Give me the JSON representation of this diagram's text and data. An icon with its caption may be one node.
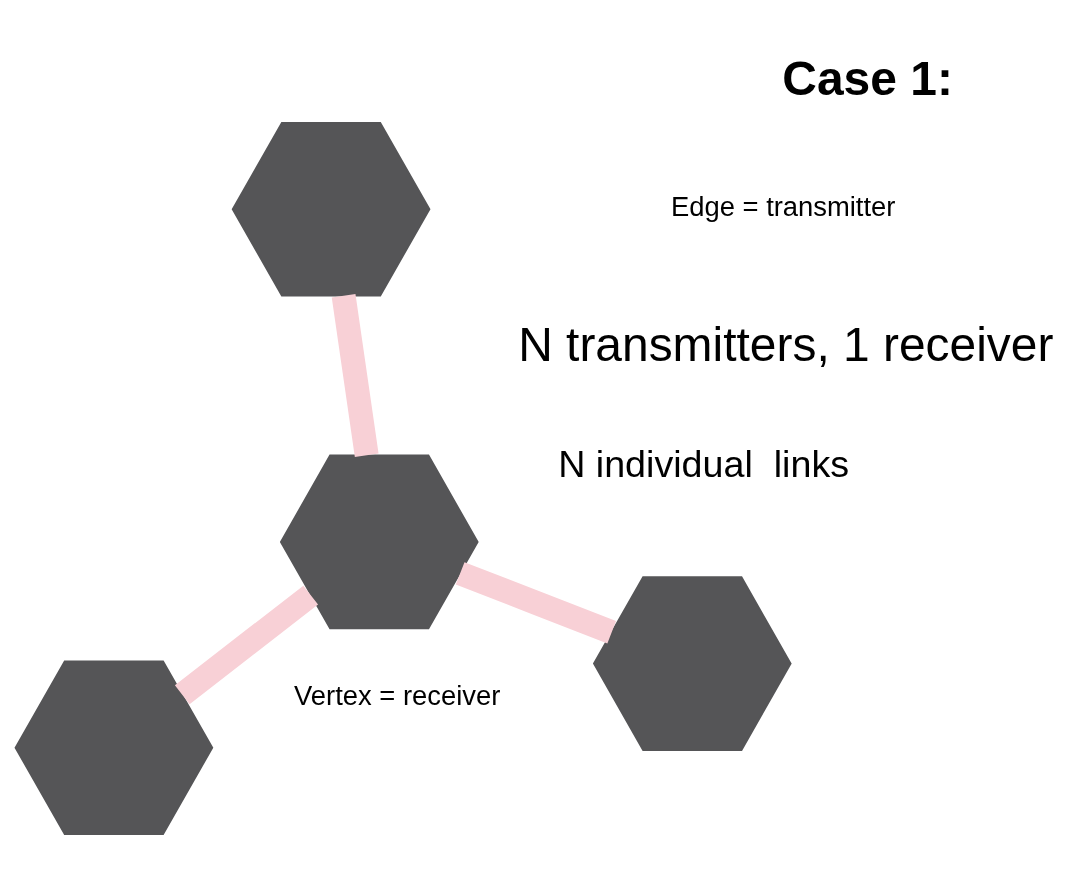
{
  "diagram": {
    "nodes": [
      {
        "text": [],
        "shape": "hexagon"
      },
      {
        "text": [],
        "shape": "hexagon"
      },
      {
        "text": [],
        "shape": "hexagon"
      },
      {
        "text": [],
        "shape": "hexagon"
      }
    ],
    "edges": [
      {
        "from": 0,
        "to": 2,
        "arrow": "none"
      },
      {
        "from": 1,
        "to": 2,
        "arrow": "none"
      },
      {
        "from": 3,
        "to": 2,
        "arrow": "none"
      }
    ],
    "labels": [
      "Vertex = receiver",
      "Edge = transmitter",
      "N individual  links",
      "Case 1:",
      "N transmitters, 1 receiver"
    ]
  }
}
